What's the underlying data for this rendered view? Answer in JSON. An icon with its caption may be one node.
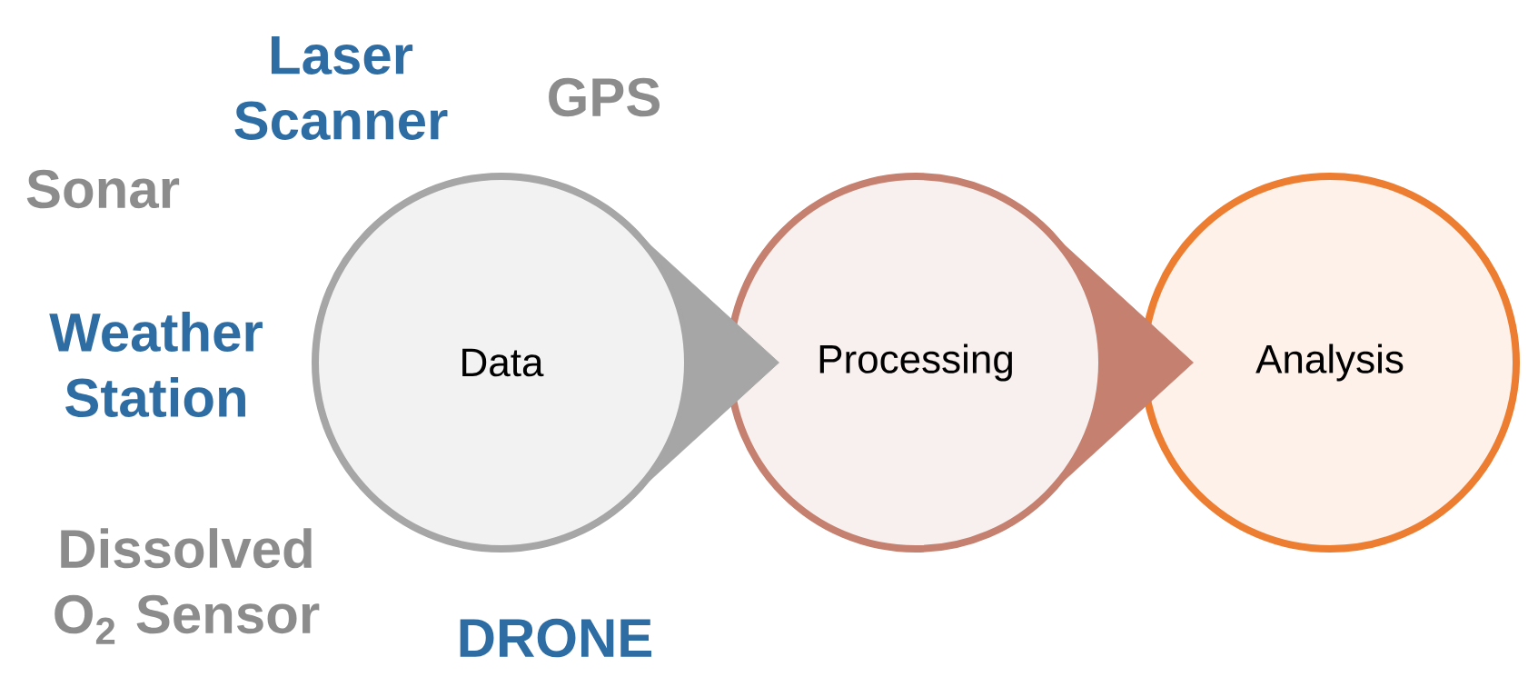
{
  "diagram": {
    "nodes": [
      {
        "text": [
          "Data"
        ]
      },
      {
        "text": [
          "Processing"
        ]
      },
      {
        "text": [
          "Analysis"
        ]
      }
    ],
    "edges": [
      {
        "from": 0,
        "to": 1,
        "arrow": "to",
        "color": "#a6a6a6"
      },
      {
        "from": 1,
        "to": 2,
        "arrow": "to",
        "color": "#c5806f"
      }
    ],
    "labels": [
      "Laser Scanner",
      "GPS",
      "Sonar",
      "Weather Station",
      "Dissolved O$_{2}$ Sensor",
      "DRONE"
    ]
  }
}
